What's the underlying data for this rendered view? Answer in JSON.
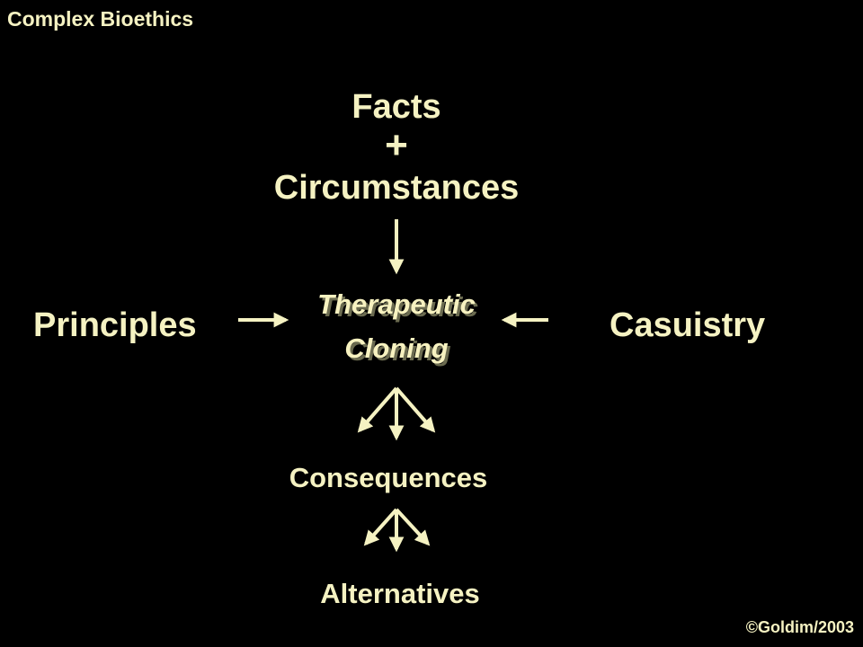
{
  "header": {
    "title": "Complex Bioethics"
  },
  "diagram": {
    "top": {
      "facts": "Facts",
      "plus": "+",
      "circumstances": "Circumstances"
    },
    "left": "Principles",
    "right": "Casuistry",
    "center": {
      "line1": "Therapeutic",
      "line2": "Cloning"
    },
    "consequences": "Consequences",
    "alternatives": "Alternatives"
  },
  "footer": {
    "copyright": "©Goldim/2003"
  },
  "colors": {
    "background": "#000000",
    "text": "#f5f2c2",
    "arrow": "#f5f2c2"
  }
}
